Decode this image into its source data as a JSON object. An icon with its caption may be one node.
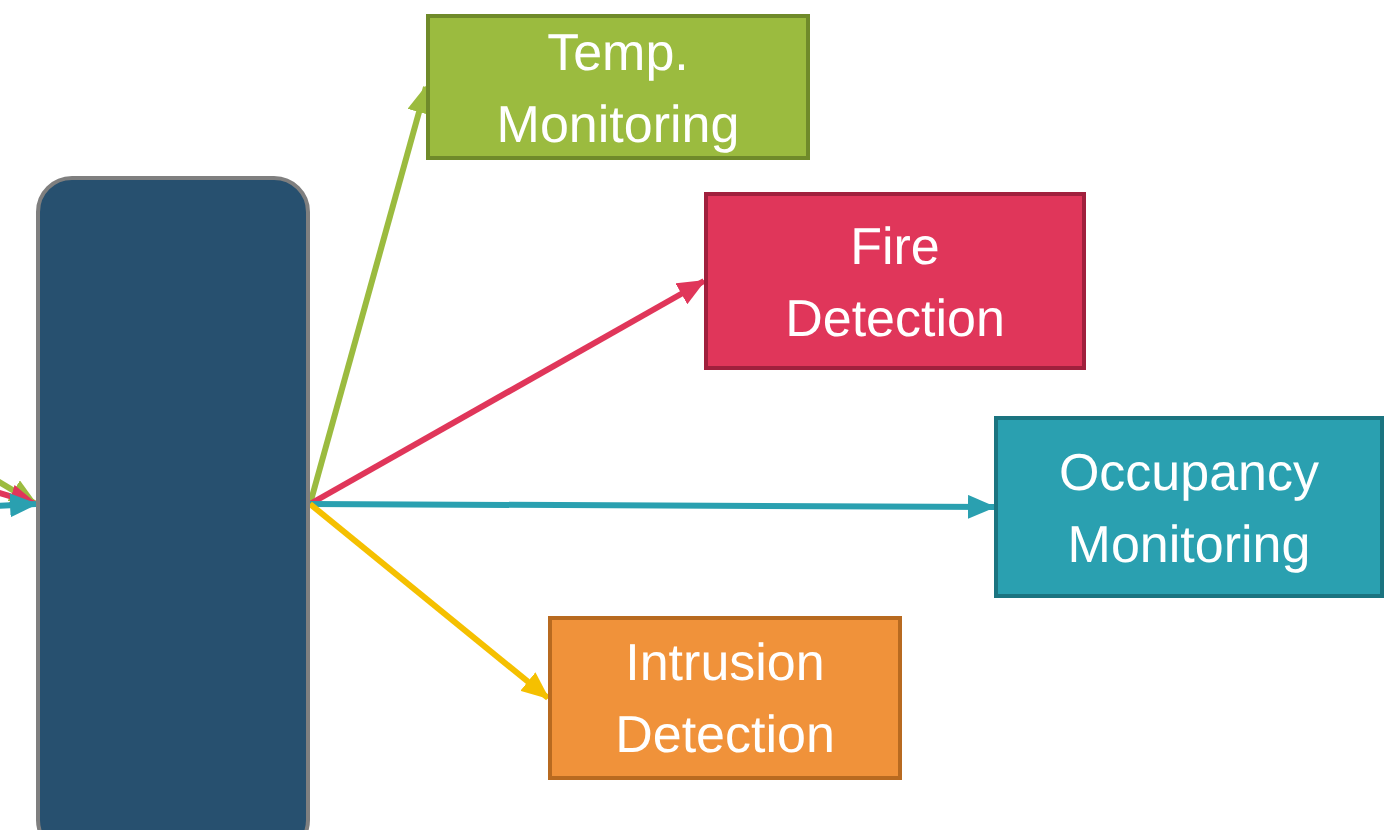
{
  "diagram": {
    "nodes": [
      {
        "text": [],
        "shape": "box"
      },
      {
        "text": [
          "Temp. Monitoring"
        ]
      },
      {
        "text": [
          "Fire Detection"
        ]
      },
      {
        "text": [
          "Occupancy Monitoring"
        ]
      },
      {
        "text": [
          "Intrusion Detection"
        ]
      }
    ],
    "edges": [
      {
        "from": 0,
        "to": 1,
        "arrow": "to",
        "color": "#9bbb3f"
      },
      {
        "from": 0,
        "to": 2,
        "arrow": "to",
        "color": "#e0365a"
      },
      {
        "from": 0,
        "to": 3,
        "arrow": "to",
        "color": "#2aa0b0"
      },
      {
        "from": 0,
        "to": 4,
        "arrow": "to",
        "color": "#f5c000"
      },
      {
        "from": null,
        "to": 0,
        "arrow": "to",
        "color": "#9bbb3f"
      },
      {
        "from": null,
        "to": 0,
        "arrow": "to",
        "color": "#e0365a"
      },
      {
        "from": null,
        "to": 0,
        "arrow": "to",
        "color": "#2aa0b0"
      }
    ]
  }
}
